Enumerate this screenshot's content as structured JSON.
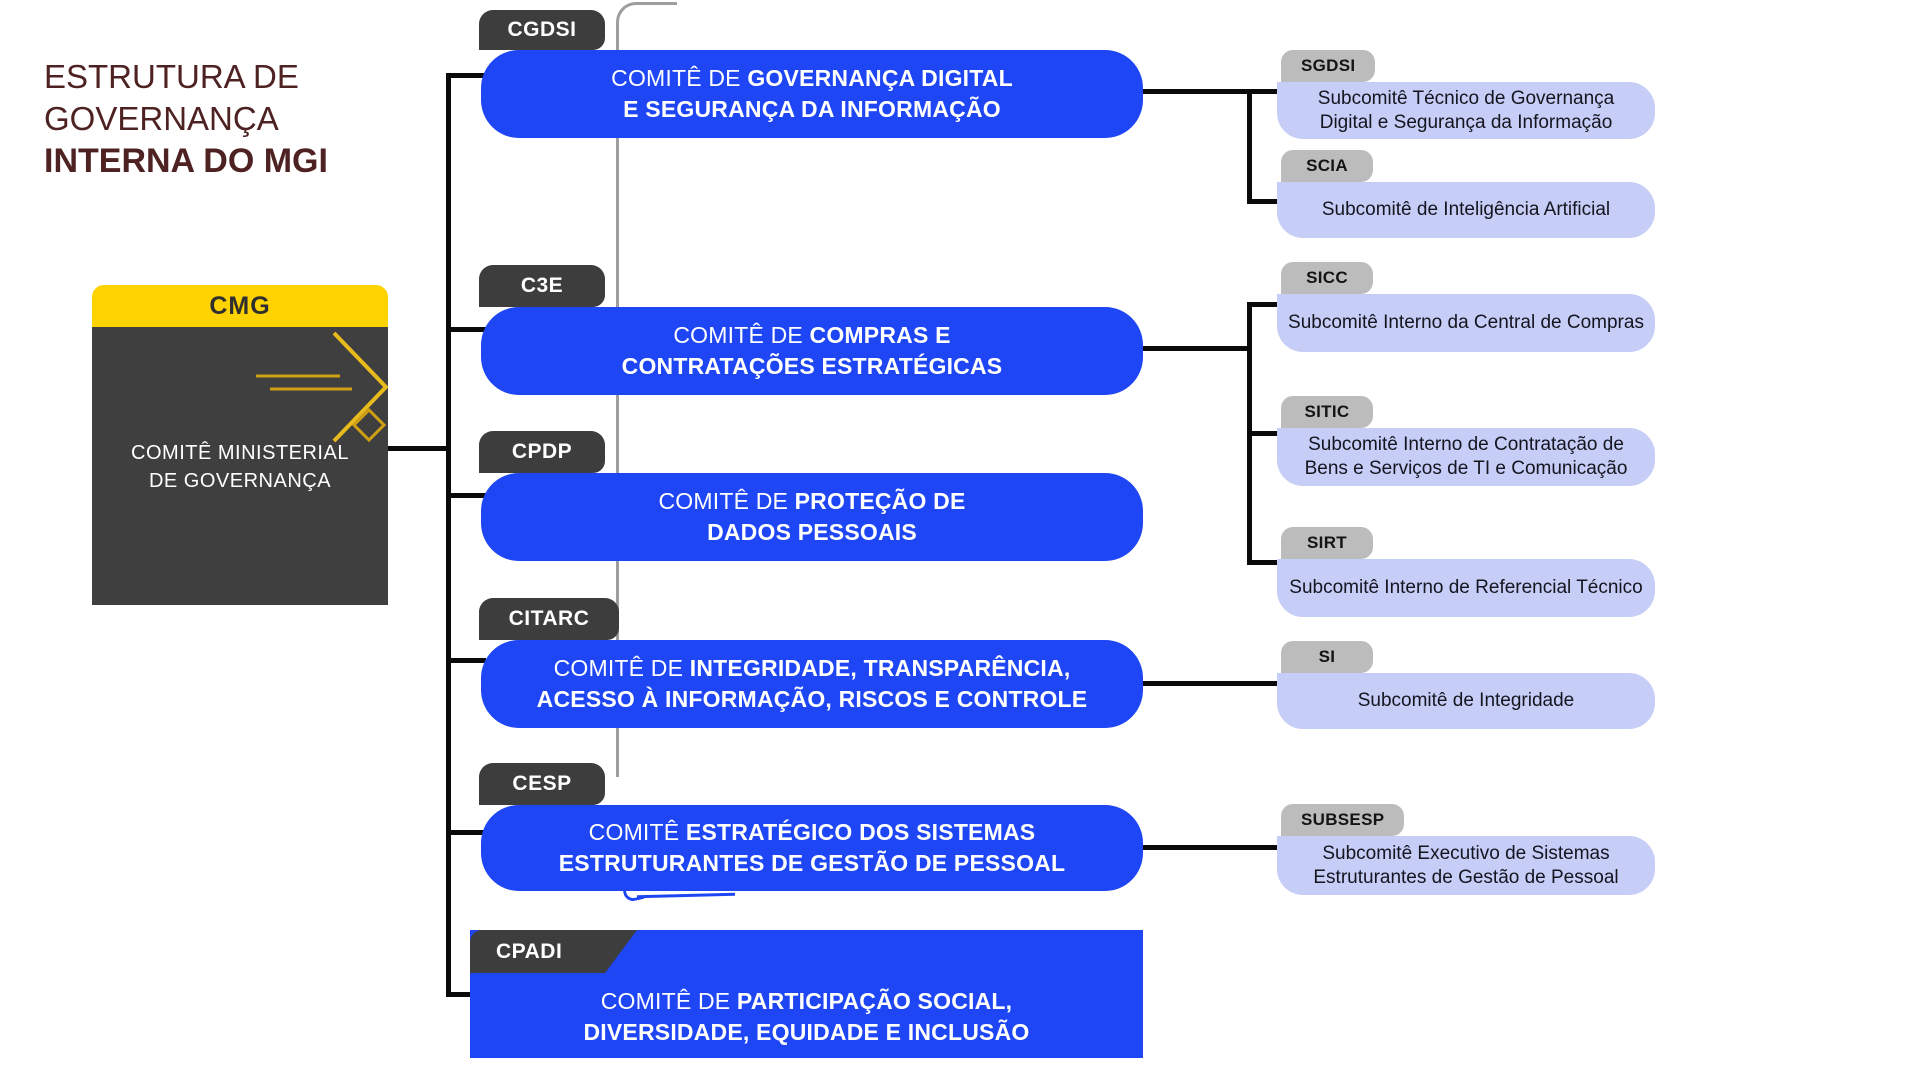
{
  "title": {
    "line1": "ESTRUTURA DE",
    "line2": "GOVERNANÇA",
    "line3": "INTERNA DO MGI"
  },
  "root": {
    "tag": "CMG",
    "name_line1": "COMITÊ MINISTERIAL",
    "name_line2": "DE GOVERNANÇA"
  },
  "committees": [
    {
      "tag": "CGDSI",
      "pre": "COMITÊ DE ",
      "bold1": "GOVERNANÇA DIGITAL",
      "line2": "E SEGURANÇA DA INFORMAÇÃO"
    },
    {
      "tag": "C3E",
      "pre": "COMITÊ DE ",
      "bold1": "COMPRAS E",
      "line2": "CONTRATAÇÕES ESTRATÉGICAS"
    },
    {
      "tag": "CPDP",
      "pre": "COMITÊ DE ",
      "bold1": "PROTEÇÃO DE",
      "line2": "DADOS PESSOAIS"
    },
    {
      "tag": "CITARC",
      "pre": "COMITÊ DE ",
      "bold1": "INTEGRIDADE, TRANSPARÊNCIA,",
      "line2": "ACESSO À INFORMAÇÃO, RISCOS E CONTROLE"
    },
    {
      "tag": "CESP",
      "pre": "COMITÊ ",
      "bold1": "ESTRATÉGICO DOS SISTEMAS",
      "line2": "ESTRUTURANTES DE GESTÃO DE PESSOAL"
    },
    {
      "tag": "CPADI",
      "pre": "COMITÊ DE ",
      "bold1": "PARTICIPAÇÃO SOCIAL,",
      "line2": "DIVERSIDADE, EQUIDADE E INCLUSÃO"
    }
  ],
  "subcommittees": [
    {
      "tag": "SGDSI",
      "line1": "Subcomitê Técnico de Governança",
      "line2": "Digital e Segurança da Informação"
    },
    {
      "tag": "SCIA",
      "line1": "Subcomitê de Inteligência Artificial",
      "line2": ""
    },
    {
      "tag": "SICC",
      "line1": "Subcomitê Interno da Central de Compras",
      "line2": ""
    },
    {
      "tag": "SITIC",
      "line1": "Subcomitê Interno de Contratação de",
      "line2": "Bens e Serviços de TI e Comunicação"
    },
    {
      "tag": "SIRT",
      "line1": "Subcomitê Interno de Referencial Técnico",
      "line2": ""
    },
    {
      "tag": "SI",
      "line1": "Subcomitê de Integridade",
      "line2": ""
    },
    {
      "tag": "SUBSESP",
      "line1": "Subcomitê Executivo de Sistemas",
      "line2": "Estruturantes de Gestão de Pessoal"
    }
  ],
  "colors": {
    "committee_blue": "#1e46f5",
    "tag_dark": "#3d3d3d",
    "cmg_yellow": "#ffd300",
    "sub_tag_gray": "#bcbcbc",
    "sub_body_lavender": "#c6cdf7",
    "title_maroon": "#4e2222",
    "connector_black": "#0a0a0a",
    "decor_gray": "#9e9e9e"
  }
}
